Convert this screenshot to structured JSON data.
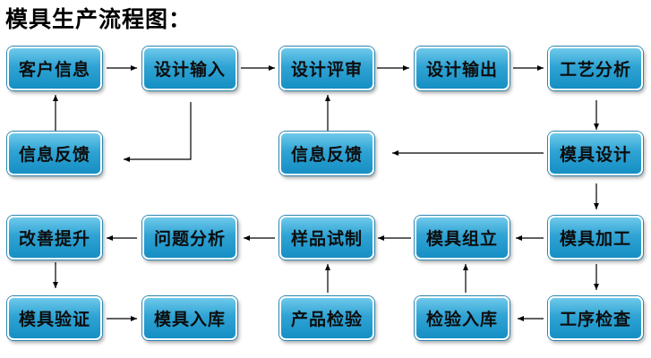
{
  "title": "模具生产流程图：",
  "nodes": {
    "customer_info": "客户信息",
    "design_input": "设计输入",
    "design_review": "设计评审",
    "design_output": "设计输出",
    "process_analysis": "工艺分析",
    "info_feedback_1": "信息反馈",
    "info_feedback_2": "信息反馈",
    "mold_design": "模具设计",
    "improvement": "改善提升",
    "problem_analysis": "问题分析",
    "sample_trial": "样品试制",
    "mold_assembly": "模具组立",
    "mold_machining": "模具加工",
    "mold_verification": "模具验证",
    "mold_storage": "模具入库",
    "product_inspection": "产品检验",
    "inspection_storage": "检验入库",
    "process_inspection": "工序检查"
  },
  "colors": {
    "box_top": "#6ec9ea",
    "box_bottom": "#168fc4",
    "arrow": "#000000"
  }
}
